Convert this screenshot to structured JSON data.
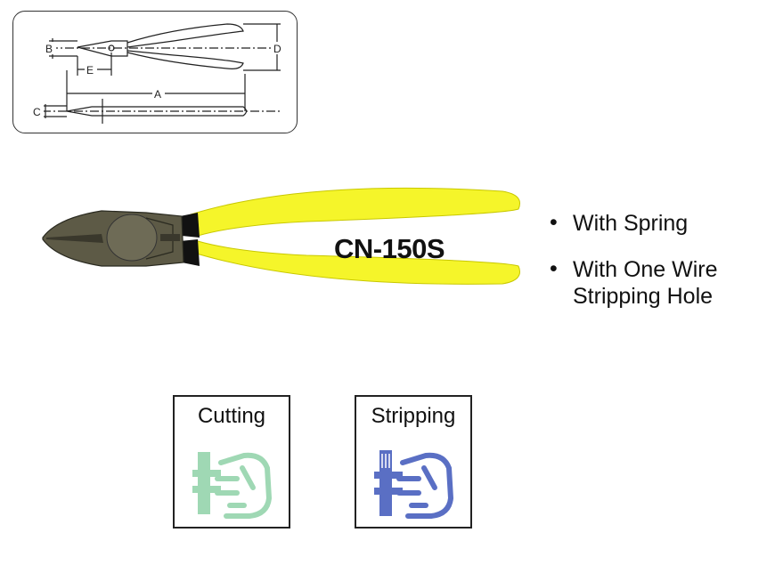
{
  "diagram": {
    "labels": {
      "a": "A",
      "b": "B",
      "c": "C",
      "d": "D",
      "e": "E"
    }
  },
  "product": {
    "model": "CN-150S",
    "handle_color": "#f5f52a"
  },
  "features": [
    {
      "bullet": "•",
      "lines": [
        "With Spring"
      ]
    },
    {
      "bullet": "•",
      "lines": [
        "With One Wire",
        "Stripping Hole"
      ]
    }
  ],
  "functions": [
    {
      "label": "Cutting",
      "color": "#9fd8b4",
      "icon": "hand-cutting-icon"
    },
    {
      "label": "Stripping",
      "color": "#5a6fc4",
      "icon": "hand-stripping-icon"
    }
  ]
}
